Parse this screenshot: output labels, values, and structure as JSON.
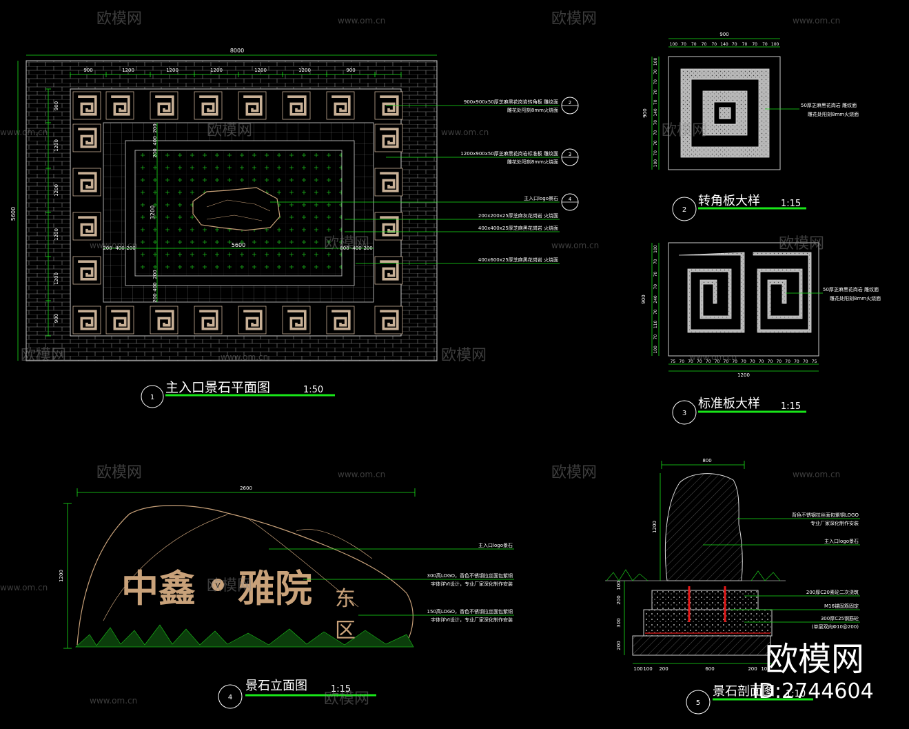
{
  "watermark": {
    "brand": "欧模网",
    "url": "www.om.cn",
    "id": "ID:2744604"
  },
  "colors": {
    "line": "#19e619",
    "tile": "#c8b096",
    "text": "#ffffff",
    "stone": "#c9a27a",
    "red": "#e61919"
  },
  "plan": {
    "title": "主入口景石平面图",
    "scale": "1:50",
    "num": "1",
    "dim_total_w": "8000",
    "dim_total_h": "5600",
    "dims_top": [
      "900",
      "1200",
      "1200",
      "1200",
      "1200",
      "1200",
      "900"
    ],
    "dims_left": [
      "900",
      "1200",
      "1200",
      "1200",
      "1200",
      "900"
    ],
    "inner_top": [
      "200",
      "400",
      "200"
    ],
    "inner_bottom": [
      "200",
      "400",
      "200"
    ],
    "inner_left": [
      "200",
      "400",
      "200"
    ],
    "inner_right": [
      "800",
      "400",
      "200"
    ],
    "inner_w": "5600",
    "inner_h": "3200",
    "notes": [
      {
        "l1": "900x900x50厚芝麻黑花岗岩转角板 雕纹面",
        "l2": "雕花处阳刻8mm火烧面",
        "tag": "2"
      },
      {
        "l1": "1200x900x50厚芝麻黑花岗岩标准板 雕纹面",
        "l2": "雕花处阳刻8mm火烧面",
        "tag": "3"
      },
      {
        "l1": "主入口logo景石",
        "l2": "",
        "tag": "4"
      },
      {
        "l1": "200x200x25厚芝麻灰花岗岩 火烧面",
        "l2": "",
        "tag": ""
      },
      {
        "l1": "400x400x25厚芝麻黑花岗岩 火烧面",
        "l2": "",
        "tag": ""
      },
      {
        "l1": "400x600x25厚芝麻黑花岗岩 火烧面",
        "l2": "",
        "tag": ""
      }
    ]
  },
  "corner": {
    "title": "转角板大样",
    "scale": "1:15",
    "num": "2",
    "dim_total": "900",
    "dims_top": [
      "100",
      "70",
      "70",
      "70",
      "70",
      "140",
      "70",
      "70",
      "70",
      "70",
      "100"
    ],
    "dims_left": [
      "100",
      "70",
      "70",
      "70",
      "70",
      "140",
      "70",
      "70",
      "70",
      "70",
      "100"
    ],
    "note_l1": "50厚芝麻黑花岗岩 雕纹面",
    "note_l2": "雕花处阳刻8mm火烧面"
  },
  "standard": {
    "title": "标准板大样",
    "scale": "1:15",
    "num": "3",
    "dim_total_w": "1200",
    "dim_total_h": "900",
    "dims_bottom": [
      "75",
      "70",
      "70",
      "70",
      "70",
      "70",
      "70",
      "70",
      "70",
      "70",
      "70",
      "70",
      "70",
      "70",
      "70",
      "70",
      "75"
    ],
    "dims_left": [
      "100",
      "70",
      "70",
      "70",
      "240",
      "70",
      "110",
      "70",
      "100"
    ],
    "note_l1": "50厚芝麻黑花岗岩 雕纹面",
    "note_l2": "雕花处阳刻8mm火烧面"
  },
  "elevation": {
    "title": "景石立面图",
    "scale": "1:15",
    "num": "4",
    "dim_w": "2600",
    "dim_h": "1200",
    "sign_main": "中鑫",
    "sign_main2": "雅院",
    "sign_sub1": "东",
    "sign_sub2": "区",
    "sign_mark": "V",
    "notes": [
      {
        "l1": "主入口logo景石",
        "l2": ""
      },
      {
        "l1": "300高LOGO，香色不锈钢拉丝面包紫铜",
        "l2": "字体详VI设计，专业厂家深化制作安装"
      },
      {
        "l1": "150高LOGO，香色不锈钢拉丝面包紫铜",
        "l2": "字体详VI设计，专业厂家深化制作安装"
      }
    ]
  },
  "section": {
    "title": "景石剖面图",
    "scale": "1:10",
    "num": "5",
    "dim_top": "800",
    "dim_h": "1200",
    "dims_left": [
      "100",
      "200",
      "300",
      "200"
    ],
    "dims_bottom": [
      "100",
      "100",
      "200",
      "600",
      "200",
      "100"
    ],
    "notes": [
      {
        "l1": "背色不锈钢拉丝面包紫铜LOGO",
        "l2": "专业厂家深化制作安装"
      },
      {
        "l1": "主入口logo景石",
        "l2": ""
      },
      {
        "l1": "200厚C20素砼二次浇筑",
        "l2": ""
      },
      {
        "l1": "M16锚固筋固定",
        "l2": ""
      },
      {
        "l1": "300厚C25钢筋砼",
        "l2": "(单层双向Φ10@200)"
      },
      {
        "l1": "",
        "l2": ""
      }
    ]
  }
}
